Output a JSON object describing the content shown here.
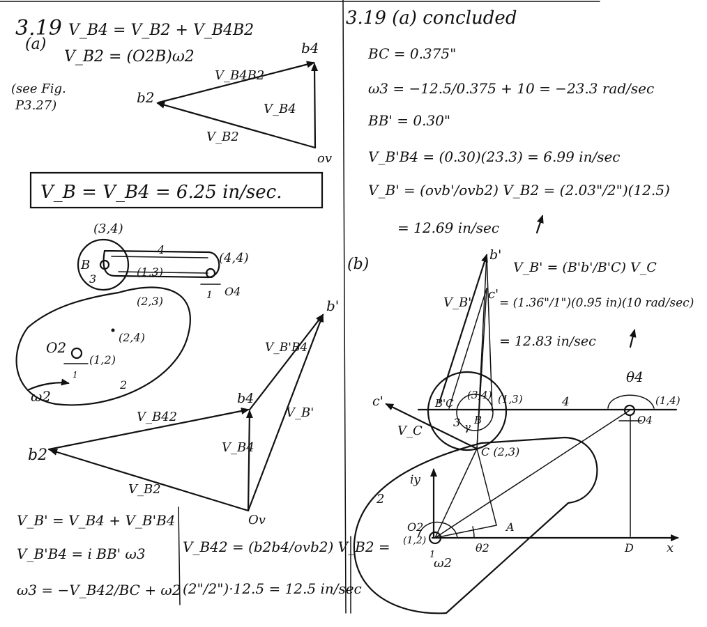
{
  "header": {
    "problem": "3.19",
    "equation_main": "V_B4 = V_B2 + V_B4B2",
    "part_a": "(a)",
    "vb2_def": "V_B2 = (O2B)ω2",
    "see_fig_line1": "(see Fig.",
    "see_fig_line2": "P3.27)"
  },
  "triangle_top": {
    "b4": "b4",
    "b2": "b2",
    "ov": "ov",
    "vb4b2": "V_B4B2",
    "vb4": "V_B4",
    "vb2": "V_B2"
  },
  "result_box": {
    "text": "V_B = V_B4 =   6.25 in/sec."
  },
  "mechanism_a": {
    "link34": "(3,4)",
    "link44": "(4,4)",
    "link4": "4",
    "B": "B",
    "link3": "3",
    "link13": "(1,3)",
    "O4": "O4",
    "ground1": "1",
    "link23": "(2,3)",
    "link24": "(2,4)",
    "O2": "O2",
    "link12": "(1,2)",
    "ground1b": "1",
    "omega2": "ω2",
    "link2": "2"
  },
  "polygon_a": {
    "b_prime": "b'",
    "vbb4": "V_B'B4",
    "b4": "b4",
    "vb_prime": "V_B'",
    "vb42": "V_B42",
    "b2": "b2",
    "vb4": "V_B4",
    "vb2": "V_B2",
    "ov": "Ov"
  },
  "equations_bottom_left": {
    "line1": "V_B' = V_B4 + V_B'B4",
    "line2": "V_B'B4 = i BB' ω3",
    "line3": "ω3 = −V_B42/BC + ω2"
  },
  "equations_bottom_mid": {
    "line1": "V_B42 = (b2b4/ovb2) V_B2 =",
    "line2": "(2\"/2\")·12.5 = 12.5 in/sec"
  },
  "concluded": {
    "title": "3.19 (a) concluded",
    "bc": "BC = 0.375\"",
    "omega3": "ω3 = −12.5/0.375 + 10 = −23.3 rad/sec",
    "bb": "BB' = 0.30\"",
    "vbb4": "V_B'B4 = (0.30)(23.3) = 6.99 in/sec",
    "vb_prime": "V_B' = (ovb'/ovb2) V_B2 = (2.03\"/2\")(12.5)",
    "vb_prime_result": "= 12.69 in/sec"
  },
  "part_b": {
    "label": "(b)",
    "vb_prime_eq": "V_B' = (B'b'/B'C) V_C",
    "vb_prime_eq2": "= (1.36\"/1\")(0.95 in)(10 rad/sec)",
    "vb_prime_eq3": "= 12.83 in/sec",
    "b_prime": "b'",
    "c_prime_top": "c'",
    "vb_prime": "V_B'",
    "c_prime": "c'",
    "vc": "V_C",
    "B_prime_C": "B'C",
    "link34": "(3,4)",
    "link13": "(1,3)",
    "link4": "4",
    "theta4": "θ4",
    "link14": "(1,4)",
    "O4": "O4",
    "link3": "3",
    "gamma": "γ",
    "B": "B",
    "C23": "C (2,3)",
    "iy": "iy",
    "link2": "2",
    "A": "A",
    "O2": "O2",
    "link12": "(1,2)",
    "ground1": "1",
    "theta2": "θ2",
    "omega2": "ω2",
    "D": "D",
    "x": "x"
  }
}
